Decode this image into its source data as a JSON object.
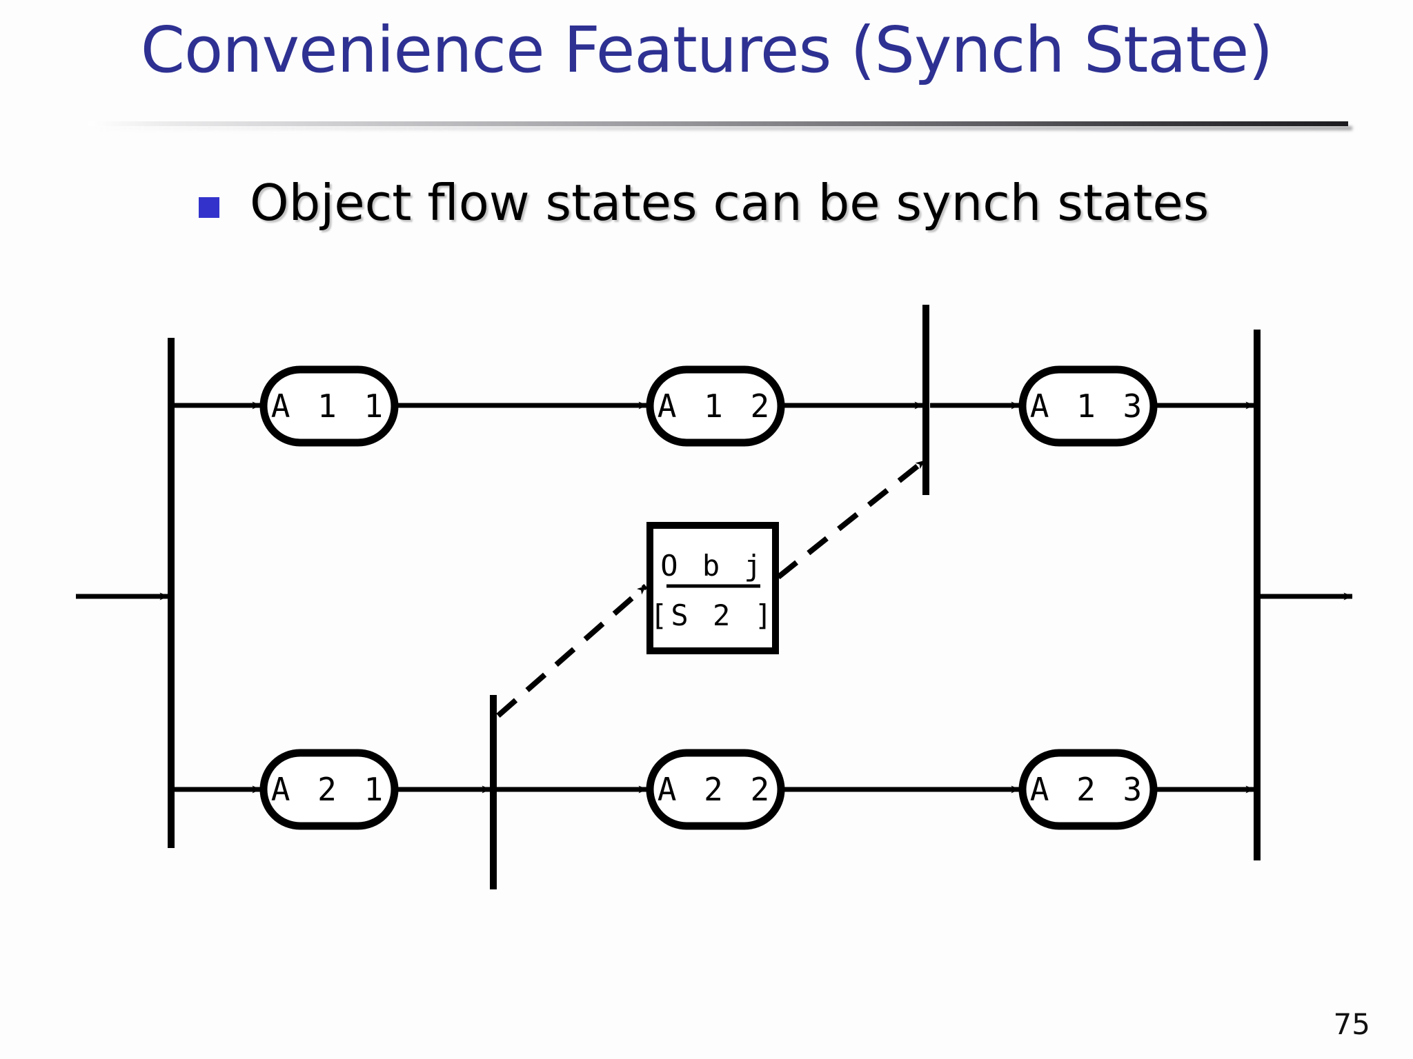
{
  "slide": {
    "title": "Convenience Features (Synch State)",
    "page_number": "75",
    "title_color": "#2E3192",
    "bullet_color": "#3333CC"
  },
  "bullets": [
    {
      "marker": "square-bullet",
      "text": "Object flow states can be synch states"
    }
  ],
  "diagram": {
    "type": "uml-activity-diagram",
    "activities": [
      {
        "id": "a11",
        "label": "A 1 1",
        "lane": "top",
        "column": 1
      },
      {
        "id": "a12",
        "label": "A 1 2",
        "lane": "top",
        "column": 2
      },
      {
        "id": "a13",
        "label": "A 1 3",
        "lane": "top",
        "column": 3
      },
      {
        "id": "a21",
        "label": "A 2 1",
        "lane": "bottom",
        "column": 1
      },
      {
        "id": "a22",
        "label": "A 2 2",
        "lane": "bottom",
        "column": 2
      },
      {
        "id": "a23",
        "label": "A 2 3",
        "lane": "bottom",
        "column": 3
      }
    ],
    "object_node": {
      "id": "obj",
      "name": "O b j",
      "state": "[S 2 ]",
      "name_underlined": true
    },
    "bars": [
      {
        "id": "fork-left",
        "kind": "fork"
      },
      {
        "id": "synch-upper-right",
        "kind": "synch-state"
      },
      {
        "id": "synch-lower-mid",
        "kind": "synch-state"
      },
      {
        "id": "join-right",
        "kind": "join"
      }
    ],
    "flows": [
      {
        "from": "start",
        "to": "fork-left",
        "style": "solid"
      },
      {
        "from": "fork-left",
        "to": "a11",
        "style": "solid"
      },
      {
        "from": "fork-left",
        "to": "a21",
        "style": "solid"
      },
      {
        "from": "a11",
        "to": "a12",
        "style": "solid"
      },
      {
        "from": "a12",
        "to": "synch-upper-right",
        "style": "solid"
      },
      {
        "from": "synch-upper-right",
        "to": "a13",
        "style": "solid"
      },
      {
        "from": "a13",
        "to": "join-right",
        "style": "solid"
      },
      {
        "from": "a21",
        "to": "a22",
        "style": "solid"
      },
      {
        "from": "a22",
        "to": "a23",
        "style": "solid"
      },
      {
        "from": "a23",
        "to": "join-right",
        "style": "solid"
      },
      {
        "from": "join-right",
        "to": "end",
        "style": "solid"
      },
      {
        "from": "synch-lower-mid",
        "to": "obj",
        "style": "dashed"
      },
      {
        "from": "obj",
        "to": "synch-upper-right",
        "style": "dashed"
      }
    ]
  }
}
